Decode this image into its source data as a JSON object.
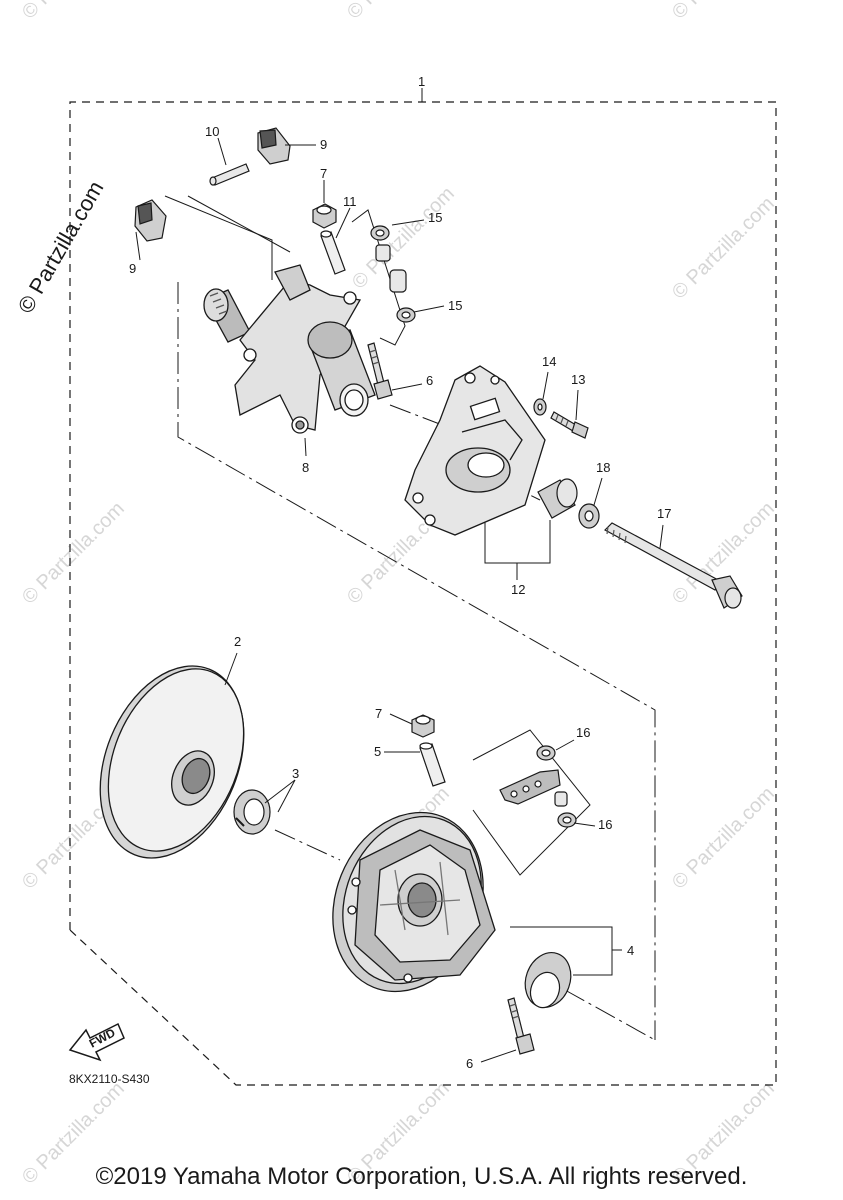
{
  "watermark_text": "© Partzilla.com",
  "brand_text": "© Partzilla.com",
  "diagram_code": "8KX2110-S430",
  "fwd_label": "FWD",
  "copyright": "©2019 Yamaha Motor Corporation, U.S.A. All rights reserved.",
  "callouts": {
    "c1": "1",
    "c2": "2",
    "c3": "3",
    "c4": "4",
    "c5": "5",
    "c6a": "6",
    "c6b": "6",
    "c7a": "7",
    "c7b": "7",
    "c8": "8",
    "c9a": "9",
    "c9b": "9",
    "c10": "10",
    "c11": "11",
    "c12": "12",
    "c13": "13",
    "c14": "14",
    "c15a": "15",
    "c15b": "15",
    "c16a": "16",
    "c16b": "16",
    "c17": "17",
    "c18": "18"
  },
  "colors": {
    "line": "#1a1a1a",
    "part_shade": "#cfcfcf",
    "dark_shade": "#8a8a8a",
    "watermark": "#d6d6d6"
  }
}
